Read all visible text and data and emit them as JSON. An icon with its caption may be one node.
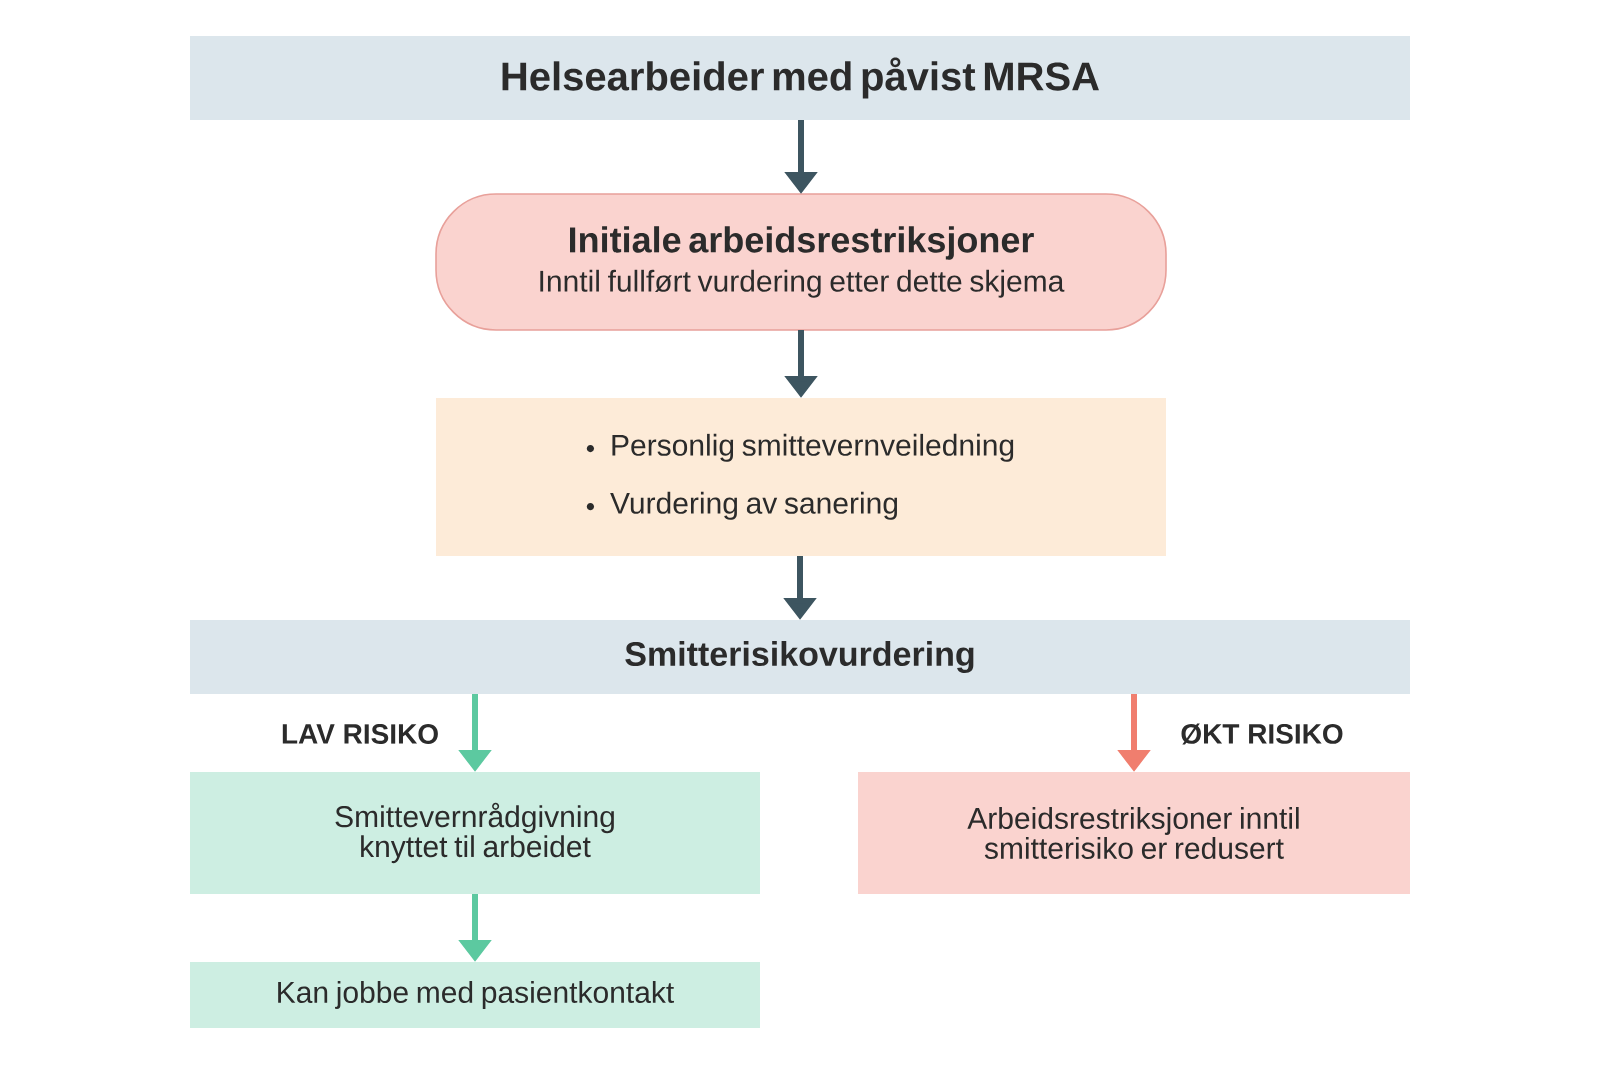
{
  "diagram": {
    "nodes": [
      {
        "text": [
          "Helsearbeider med påvist MRSA"
        ]
      },
      {
        "text": [
          "Initiale arbeidsrestriksjoner",
          "Inntil fullført vurdering etter dette skjema"
        ]
      },
      {
        "text": [
          "Personlig smittevernveiledning",
          "Vurdering av sanering"
        ]
      },
      {
        "text": [
          "Smitterisikovurdering"
        ]
      },
      {
        "text": [
          "Smittevernrådgivning knyttet til arbeidet"
        ]
      },
      {
        "text": [
          "Arbeidsrestriksjoner inntil smitterisiko er redusert"
        ]
      },
      {
        "text": [
          "Kan jobbe med pasientkontakt"
        ]
      }
    ],
    "edges": [
      {
        "from": 0,
        "to": 1,
        "arrow": "to"
      },
      {
        "from": 1,
        "to": 2,
        "arrow": "to"
      },
      {
        "from": 2,
        "to": 3,
        "arrow": "to"
      },
      {
        "from": 3,
        "to": 4,
        "arrow": "to",
        "label": "LAV RISIKO",
        "color": "#5cc9a0"
      },
      {
        "from": 3,
        "to": 5,
        "arrow": "to",
        "label": "ØKT RISIKO",
        "color": "#f07e6e"
      },
      {
        "from": 4,
        "to": 6,
        "arrow": "to",
        "color": "#5cc9a0"
      }
    ]
  }
}
